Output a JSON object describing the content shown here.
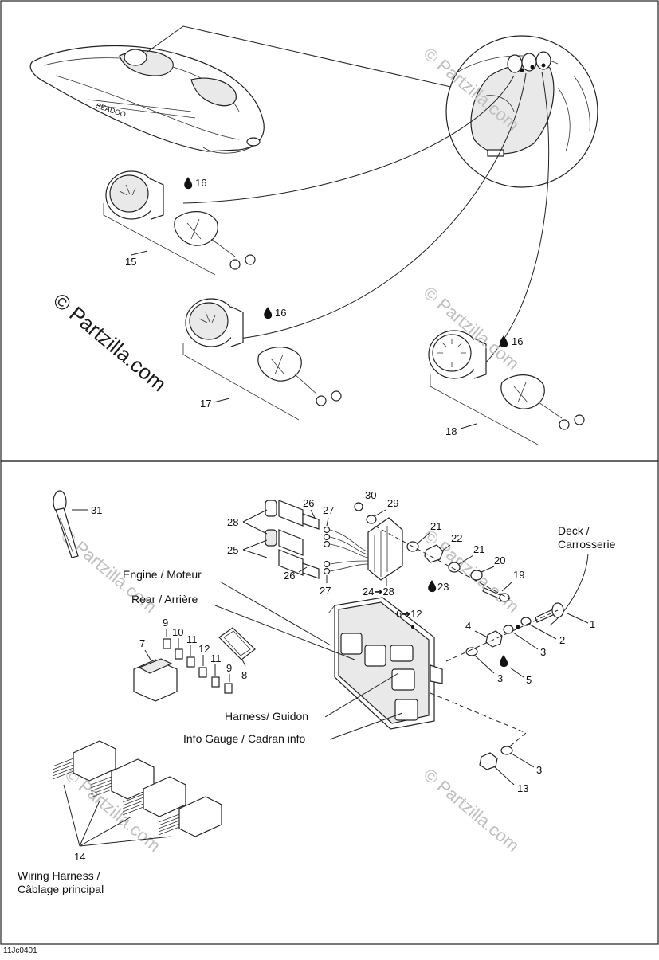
{
  "watermarks": {
    "main": "© Partzilla.com",
    "faint": "© Partzilla.com"
  },
  "diagram_code": "11Jc0401",
  "top_section": {
    "callouts": {
      "gauge_15": "15",
      "gauge_17": "17",
      "gauge_18": "18",
      "sealant_16a": "16",
      "sealant_16b": "16",
      "sealant_16c": "16"
    },
    "icons": [
      "boat-illustration",
      "dashboard-magnifier",
      "gauge-icon",
      "sealant-drop-icon"
    ]
  },
  "bottom_section": {
    "labels": {
      "deck_line1": "Deck /",
      "deck_line2": "Carrosserie",
      "engine": "Engine / Moteur",
      "rear": "Rear / Arrière",
      "harness": "Harness/ Guidon",
      "info_gauge": "Info Gauge / Cadran info",
      "wiring_line1": "Wiring Harness /",
      "wiring_line2": "Câblage principal"
    },
    "callouts": {
      "c31": "31",
      "c30": "30",
      "c29": "29",
      "c28": "28",
      "c26a": "26",
      "c27a": "27",
      "c25": "25",
      "c26b": "26",
      "c27b": "27",
      "c21a": "21",
      "c22": "22",
      "c21b": "21",
      "c20": "20",
      "c19": "19",
      "c23": "23",
      "c24_28": "24➔28",
      "c6_12": "6➔12",
      "c1": "1",
      "c2": "2",
      "c3a": "3",
      "c4": "4",
      "c3b": "3",
      "c5": "5",
      "c9a": "9",
      "c10": "10",
      "c11a": "11",
      "c12": "12",
      "c11b": "11",
      "c9b": "9",
      "c7": "7",
      "c8": "8",
      "c3c": "3",
      "c13": "13",
      "c14": "14"
    }
  }
}
